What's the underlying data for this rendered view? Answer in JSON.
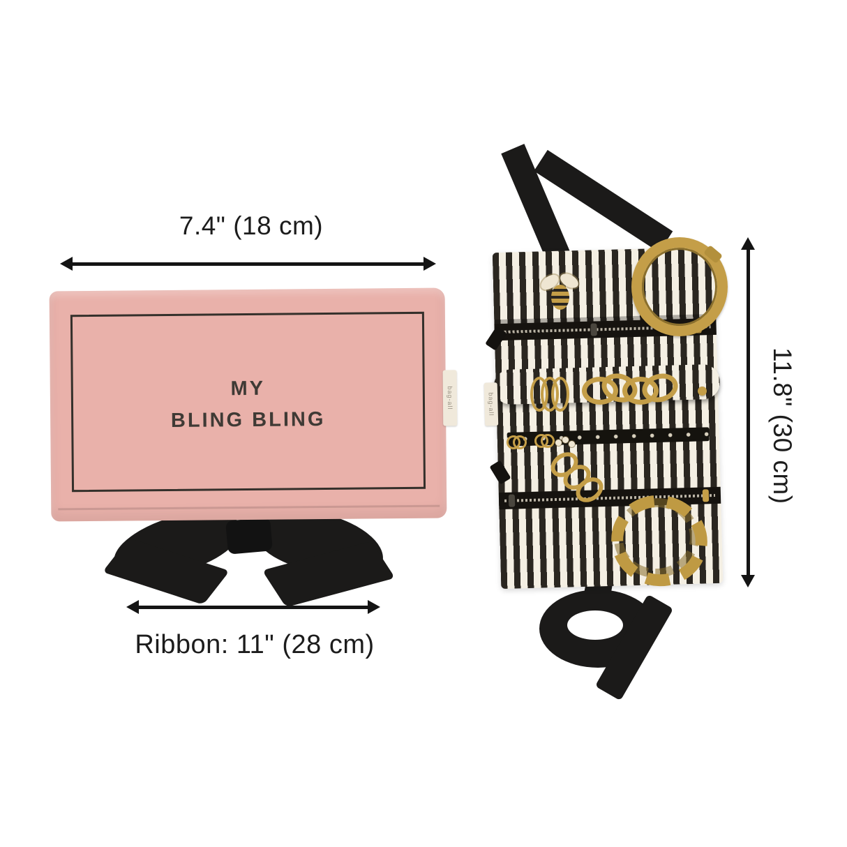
{
  "dimensions": {
    "width_label": "7.4\" (18 cm)",
    "ribbon_label": "Ribbon: 11\" (28 cm)",
    "height_label": "11.8\" (30 cm)"
  },
  "pouch": {
    "title_line1": "MY",
    "title_line2": "BLING BLING",
    "tag_label": "bag-all",
    "color": "#e9b1aa",
    "text_color": "#3f3a35"
  },
  "roll": {
    "tag_label": "bag-all",
    "stripe_dark": "#2a2620",
    "stripe_light": "#f4efe3",
    "gold": "#c49e48",
    "ribbon_color": "#1b1a19"
  },
  "arrow_color": "#141414"
}
